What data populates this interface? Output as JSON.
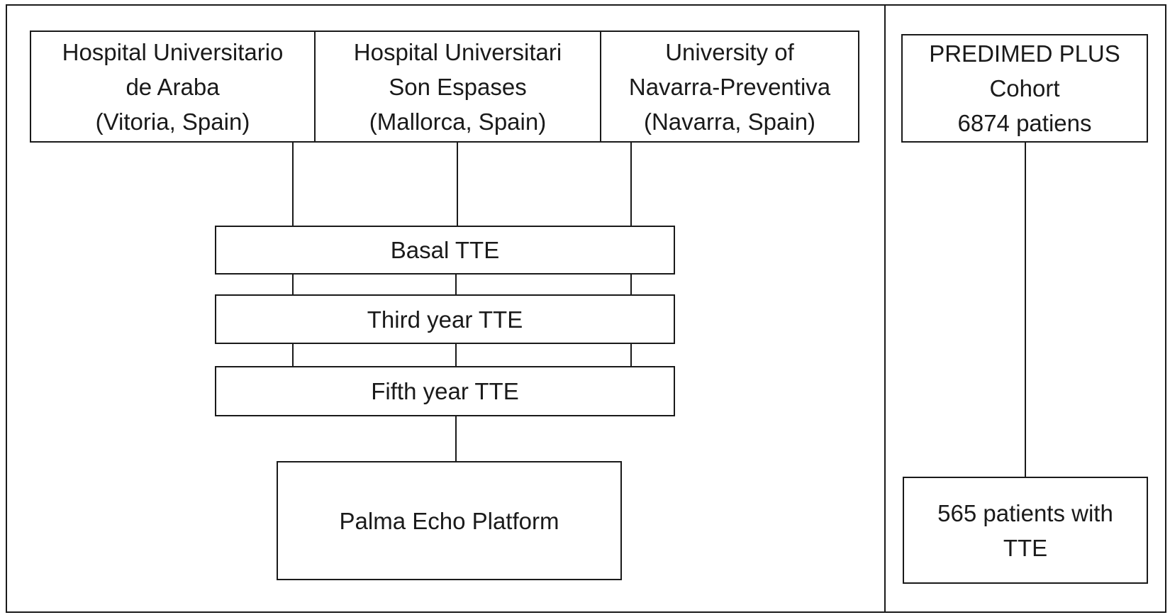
{
  "hospitals": [
    {
      "lines": [
        "Hospital Universitario",
        "de Araba",
        "(Vitoria, Spain)"
      ]
    },
    {
      "lines": [
        "Hospital Universitari",
        "Son Espases",
        "(Mallorca, Spain)"
      ]
    },
    {
      "lines": [
        "University of",
        "Navarra-Preventiva",
        "(Navarra, Spain)"
      ]
    }
  ],
  "stages": {
    "basal": "Basal TTE",
    "third_year": "Third year TTE",
    "fifth_year": "Fifth year TTE"
  },
  "platform": "Palma Echo Platform",
  "cohort": {
    "lines": [
      "PREDIMED PLUS",
      "Cohort",
      "6874 patiens"
    ]
  },
  "result": {
    "lines": [
      "565 patients with",
      "TTE"
    ]
  }
}
